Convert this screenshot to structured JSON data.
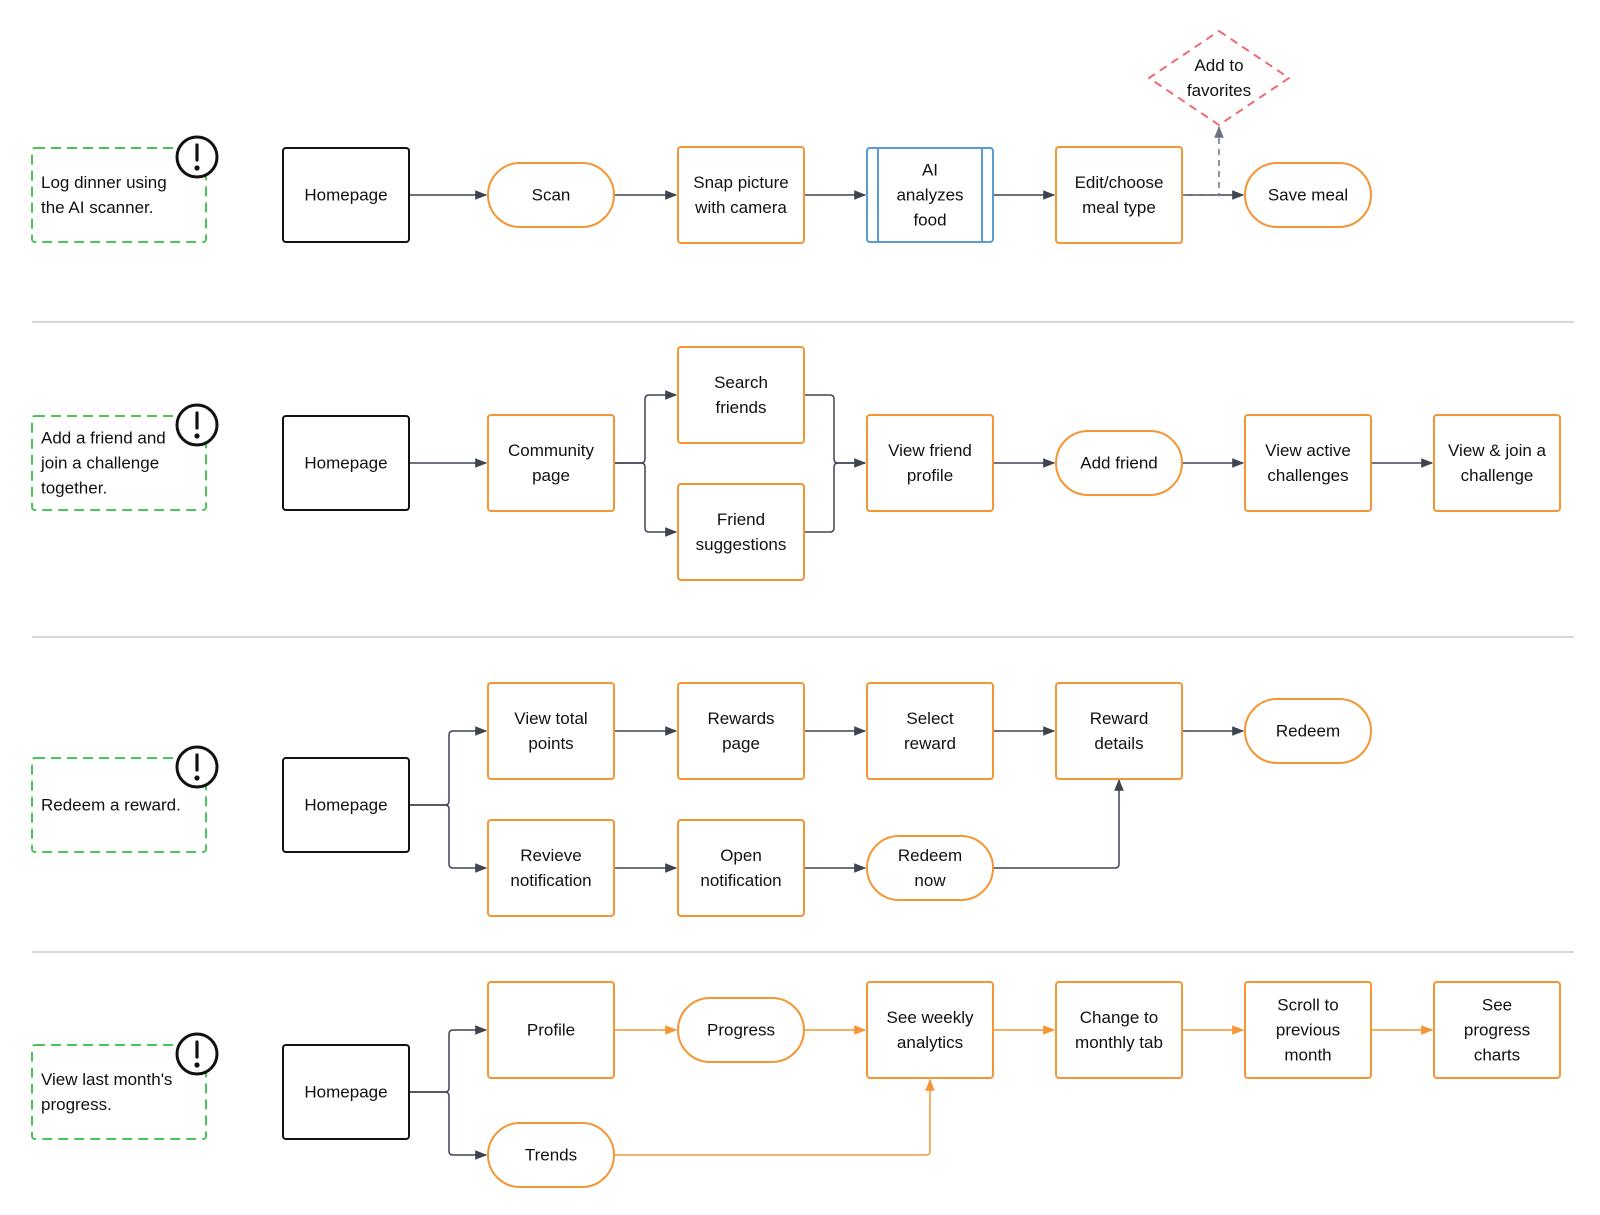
{
  "colors": {
    "start": "#111111",
    "step": "#f59534",
    "ai": "#5b9bd5",
    "optional": "#f16a72",
    "task": "#4cc45a",
    "connector": "#3d4450",
    "highlight": "#f59534",
    "separator": "#d3d8e0"
  },
  "flows": [
    {
      "task": [
        "Log dinner using",
        "the AI scanner."
      ],
      "nodes": {
        "home": [
          "Homepage"
        ],
        "scan": [
          "Scan"
        ],
        "snap": [
          "Snap picture",
          "with camera"
        ],
        "ai": [
          "AI",
          "analyzes",
          "food"
        ],
        "edit": [
          "Edit/choose",
          "meal type"
        ],
        "fav": [
          "Add to",
          "favorites"
        ],
        "save": [
          "Save meal"
        ]
      }
    },
    {
      "task": [
        "Add a friend and",
        "join a challenge",
        "together."
      ],
      "nodes": {
        "home": [
          "Homepage"
        ],
        "community": [
          "Community",
          "page"
        ],
        "search": [
          "Search",
          "friends"
        ],
        "suggest": [
          "Friend",
          "suggestions"
        ],
        "profile": [
          "View friend",
          "profile"
        ],
        "add": [
          "Add friend"
        ],
        "challenges": [
          "View active",
          "challenges"
        ],
        "join": [
          "View & join a",
          "challenge"
        ]
      }
    },
    {
      "task": [
        "Redeem a reward."
      ],
      "nodes": {
        "home": [
          "Homepage"
        ],
        "points": [
          "View total",
          "points"
        ],
        "rewards": [
          "Rewards",
          "page"
        ],
        "select": [
          "Select",
          "reward"
        ],
        "details": [
          "Reward",
          "details"
        ],
        "redeem": [
          "Redeem"
        ],
        "notif": [
          "Revieve",
          "notification"
        ],
        "open": [
          "Open",
          "notification"
        ],
        "now": [
          "Redeem",
          "now"
        ]
      }
    },
    {
      "task": [
        "View last month's",
        "progress."
      ],
      "nodes": {
        "home": [
          "Homepage"
        ],
        "profile": [
          "Profile"
        ],
        "progress": [
          "Progress"
        ],
        "weekly": [
          "See weekly",
          "analytics"
        ],
        "monthly": [
          "Change to",
          "monthly tab"
        ],
        "scroll": [
          "Scroll to",
          "previous",
          "month"
        ],
        "charts": [
          "See",
          "progress",
          "charts"
        ],
        "trends": [
          "Trends"
        ]
      }
    }
  ]
}
